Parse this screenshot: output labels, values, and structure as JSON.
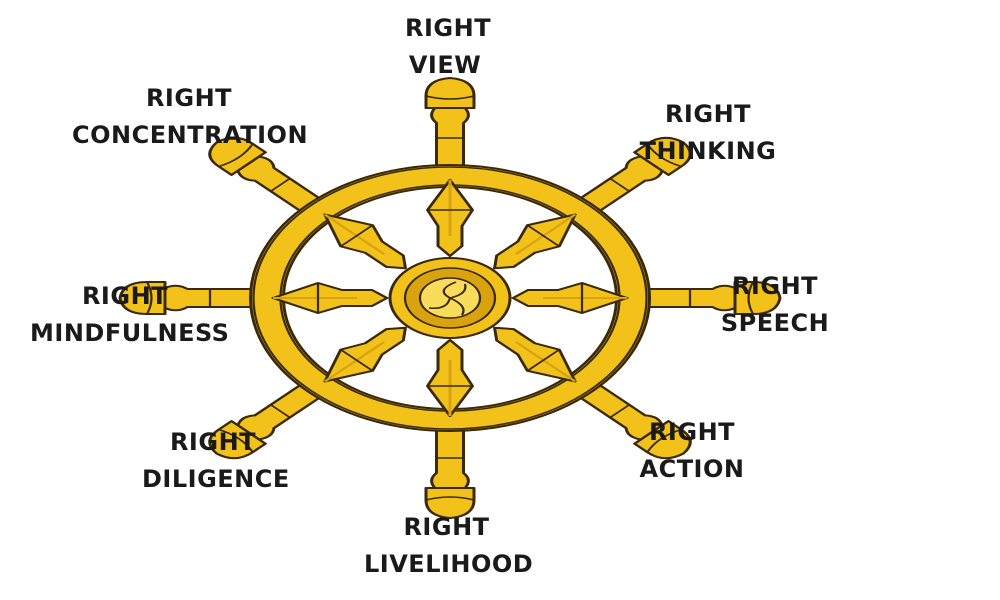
{
  "colors": {
    "gold": "#f2c21b",
    "gold_light": "#f9dc5c",
    "gold_dark": "#d9a30f",
    "outline": "#3a2a08",
    "text": "#1a1a1a",
    "background": "#ffffff"
  },
  "center_symbol": "gankyil-icon",
  "paths": [
    {
      "id": "view",
      "line1": "RIGHT",
      "line2": "VIEW"
    },
    {
      "id": "thinking",
      "line1": "RIGHT",
      "line2": "THINKING"
    },
    {
      "id": "speech",
      "line1": "RIGHT",
      "line2": "SPEECH"
    },
    {
      "id": "action",
      "line1": "RIGHT",
      "line2": "ACTION"
    },
    {
      "id": "livelihood",
      "line1": "RIGHT",
      "line2": "LIVELIHOOD"
    },
    {
      "id": "diligence",
      "line1": "RIGHT",
      "line2": "DILIGENCE"
    },
    {
      "id": "mindfulness",
      "line1": "RIGHT",
      "line2": "MINDFULNESS"
    },
    {
      "id": "concentration",
      "line1": "RIGHT",
      "line2": "CONCENTRATION"
    }
  ]
}
